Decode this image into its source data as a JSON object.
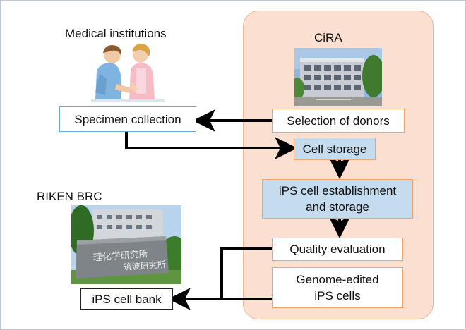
{
  "labels": {
    "medical": "Medical institutions",
    "cira": "CiRA",
    "riken": "RIKEN BRC"
  },
  "boxes": {
    "specimen": "Specimen collection",
    "donors": "Selection of donors",
    "storage": "Cell storage",
    "establishment_line1": "iPS cell establishment",
    "establishment_line2": "and storage",
    "quality": "Quality evaluation",
    "genome_line1": "Genome-edited",
    "genome_line2": "iPS cells",
    "bank": "iPS cell bank"
  },
  "photo_sign": {
    "line1": "理化学研究所",
    "line2": "筑波研究所"
  },
  "colors": {
    "cira_panel": "#fbe0d1",
    "cira_border": "#f0b48e",
    "blue_box": "#c5dcee",
    "blue_border": "#6aa8d8",
    "orange_border": "#f0a46c",
    "arrow": "#000000"
  }
}
